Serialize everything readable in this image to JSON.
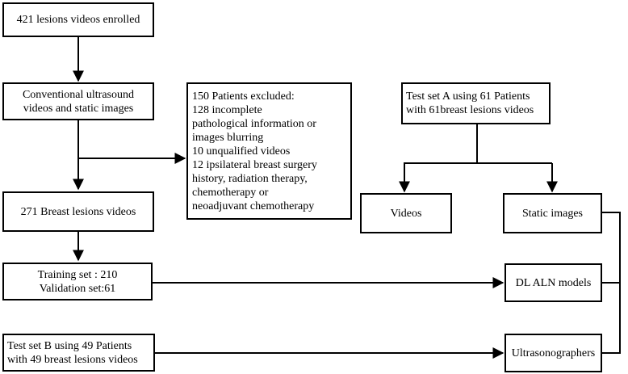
{
  "boxes": {
    "enrolled": "421 lesions videos enrolled",
    "conventional": [
      "Conventional ultrasound",
      "videos and static images"
    ],
    "breast271": "271 Breast lesions videos",
    "training": [
      "Training set : 210",
      "Validation set:61"
    ],
    "testB": [
      "Test set B using 49 Patients",
      "with 49 breast lesions videos"
    ],
    "excluded": [
      "150 Patients excluded:",
      "128 incomplete",
      "pathological information or",
      "images blurring",
      "10 unqualified videos",
      "12 ipsilateral breast surgery",
      "history, radiation therapy,",
      "chemotherapy or",
      "neoadjuvant chemotherapy"
    ],
    "testA": [
      "Test set A using 61 Patients",
      "with 61breast lesions videos"
    ],
    "videos": "Videos",
    "static_images": "Static images",
    "dl_models": "DL ALN models",
    "ultrasonographers": "Ultrasonographers"
  }
}
